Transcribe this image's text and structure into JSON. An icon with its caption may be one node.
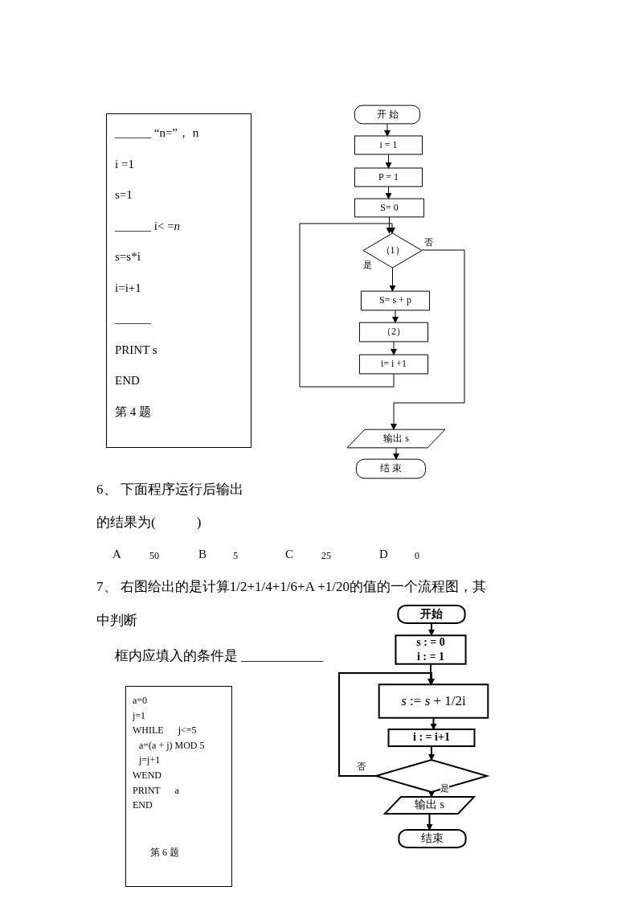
{
  "diagram": {
    "nodes": [
      {
        "text": [
          "______ “n=”， n",
          "i =1",
          "s=1",
          "______ i< =*n*",
          "s=s*i",
          "i=i+1",
          "______",
          "PRINT s",
          "END",
          "第 4 题"
        ]
      },
      {
        "text": [
          "开 始"
        ]
      },
      {
        "text": [
          "i = 1"
        ]
      },
      {
        "text": [
          "P = 1"
        ]
      },
      {
        "text": [
          "S= 0"
        ]
      },
      {
        "text": [
          "（1）"
        ]
      },
      {
        "text": [
          "S= s + p"
        ]
      },
      {
        "text": [
          "（2）"
        ]
      },
      {
        "text": [
          "i= i +1"
        ]
      },
      {
        "text": [
          "输出 s"
        ]
      },
      {
        "text": [
          "结 束"
        ]
      },
      {
        "text": [
          "开始"
        ]
      },
      {
        "text": [
          "s : = 0",
          "i : = 1"
        ]
      },
      {
        "text": [
          "*s* := *s* + 1/2i"
        ]
      },
      {
        "text": [
          "i : = i+1"
        ]
      },
      {
        "text": [],
        "shape": "diamond"
      },
      {
        "text": [
          "输出 s"
        ]
      },
      {
        "text": [
          "结束"
        ]
      },
      {
        "text": [
          "a=0",
          "j=1",
          "WHILE      j<=5",
          "a=(a + j) MOD 5",
          "j=j+1",
          "WEND",
          "PRINT      a",
          "END",
          "第 6 题"
        ]
      }
    ],
    "edges": [
      {
        "from": 1,
        "to": 2,
        "arrow": "to"
      },
      {
        "from": 2,
        "to": 3,
        "arrow": "to"
      },
      {
        "from": 3,
        "to": 4,
        "arrow": "to"
      },
      {
        "from": 4,
        "to": 5,
        "arrow": "to"
      },
      {
        "from": 5,
        "to": 6,
        "label": "是",
        "arrow": "to"
      },
      {
        "from": 6,
        "to": 7,
        "arrow": "to"
      },
      {
        "from": 7,
        "to": 8,
        "arrow": "to"
      },
      {
        "from": 8,
        "to": 5,
        "arrow": "to"
      },
      {
        "from": 5,
        "to": 9,
        "label": "否",
        "arrow": "to"
      },
      {
        "from": 9,
        "to": 10,
        "arrow": "to"
      },
      {
        "from": 11,
        "to": 12,
        "arrow": "to"
      },
      {
        "from": 12,
        "to": 13,
        "arrow": "to"
      },
      {
        "from": 13,
        "to": 14,
        "arrow": "to"
      },
      {
        "from": 14,
        "to": 15,
        "arrow": "to"
      },
      {
        "from": 15,
        "to": 13,
        "label": "否",
        "arrow": "to"
      },
      {
        "from": 15,
        "to": 16,
        "label": "是",
        "arrow": "to"
      },
      {
        "from": 16,
        "to": 17,
        "arrow": "to"
      }
    ],
    "labels": [
      "6、 下面程序运行后输出",
      "的结果为(　　　)",
      "A",
      "50",
      "B",
      "5",
      "C",
      "25",
      "D",
      "0",
      "7、 右图给出的是计算1/2+1/4+1/6+A +1/20的值的一个流程图，其",
      "中判断",
      "框内应填入的条件是 ____________"
    ]
  }
}
